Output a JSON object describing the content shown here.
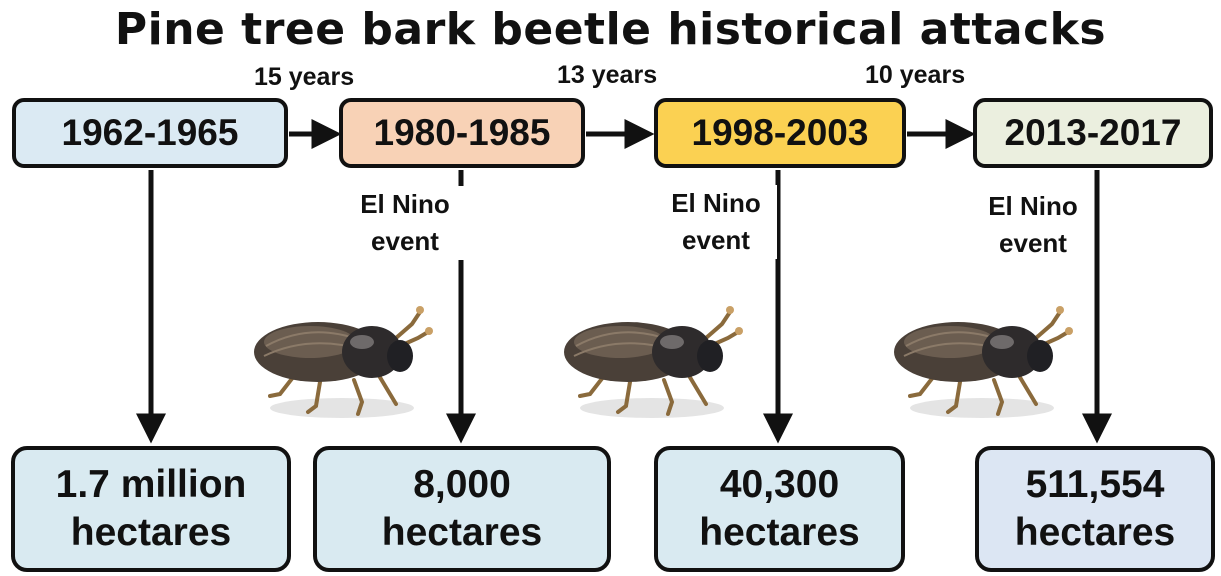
{
  "title": "Pine tree bark beetle historical attacks",
  "intervals": [
    "15 years",
    "13 years",
    "10 years"
  ],
  "periods": [
    {
      "label": "1962-1965",
      "color": "#dbeaf3"
    },
    {
      "label": "1980-1985",
      "color": "#f8d2b6"
    },
    {
      "label": "1998-2003",
      "color": "#fbd152"
    },
    {
      "label": "2013-2017",
      "color": "#ebefdf"
    }
  ],
  "event_note": {
    "line1": "El Nino",
    "line2": "event"
  },
  "areas": [
    {
      "value": "1.7 million",
      "unit": "hectares",
      "color": "#d9eaf1"
    },
    {
      "value": "8,000",
      "unit": "hectares",
      "color": "#d9eaf1"
    },
    {
      "value": "40,300",
      "unit": "hectares",
      "color": "#d9eaf1"
    },
    {
      "value": "511,554",
      "unit": "hectares",
      "color": "#dce6f3"
    }
  ],
  "icons": [
    "bark-beetle-icon"
  ]
}
